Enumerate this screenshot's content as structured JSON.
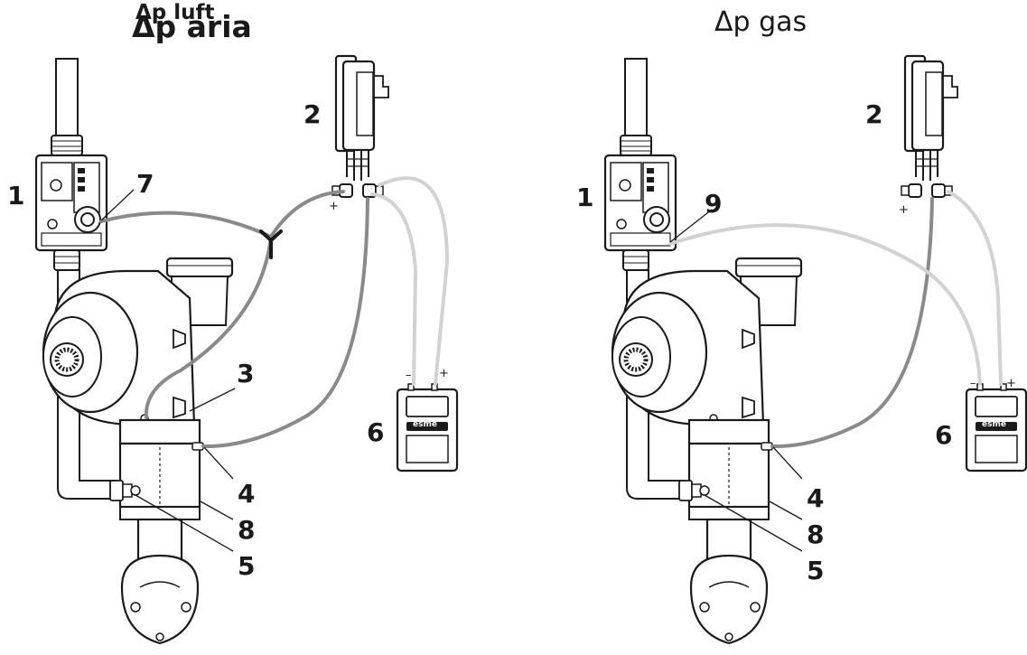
{
  "left_panel": {
    "title_a": "Δp luft",
    "title_b": "Δp aria",
    "labels": [
      "1",
      "2",
      "3",
      "4",
      "5",
      "6",
      "7",
      "8"
    ]
  },
  "right_panel": {
    "title": "Δp gas",
    "labels": [
      "1",
      "2",
      "4",
      "5",
      "6",
      "8",
      "9"
    ]
  },
  "sign_plus": "+",
  "sign_minus": "–",
  "meter_brand": "esme",
  "colors": {
    "outline": "#1a1a1a",
    "hose_dark": "#8a8a8a",
    "hose_light": "#d2d2d2",
    "background": "#ffffff"
  }
}
